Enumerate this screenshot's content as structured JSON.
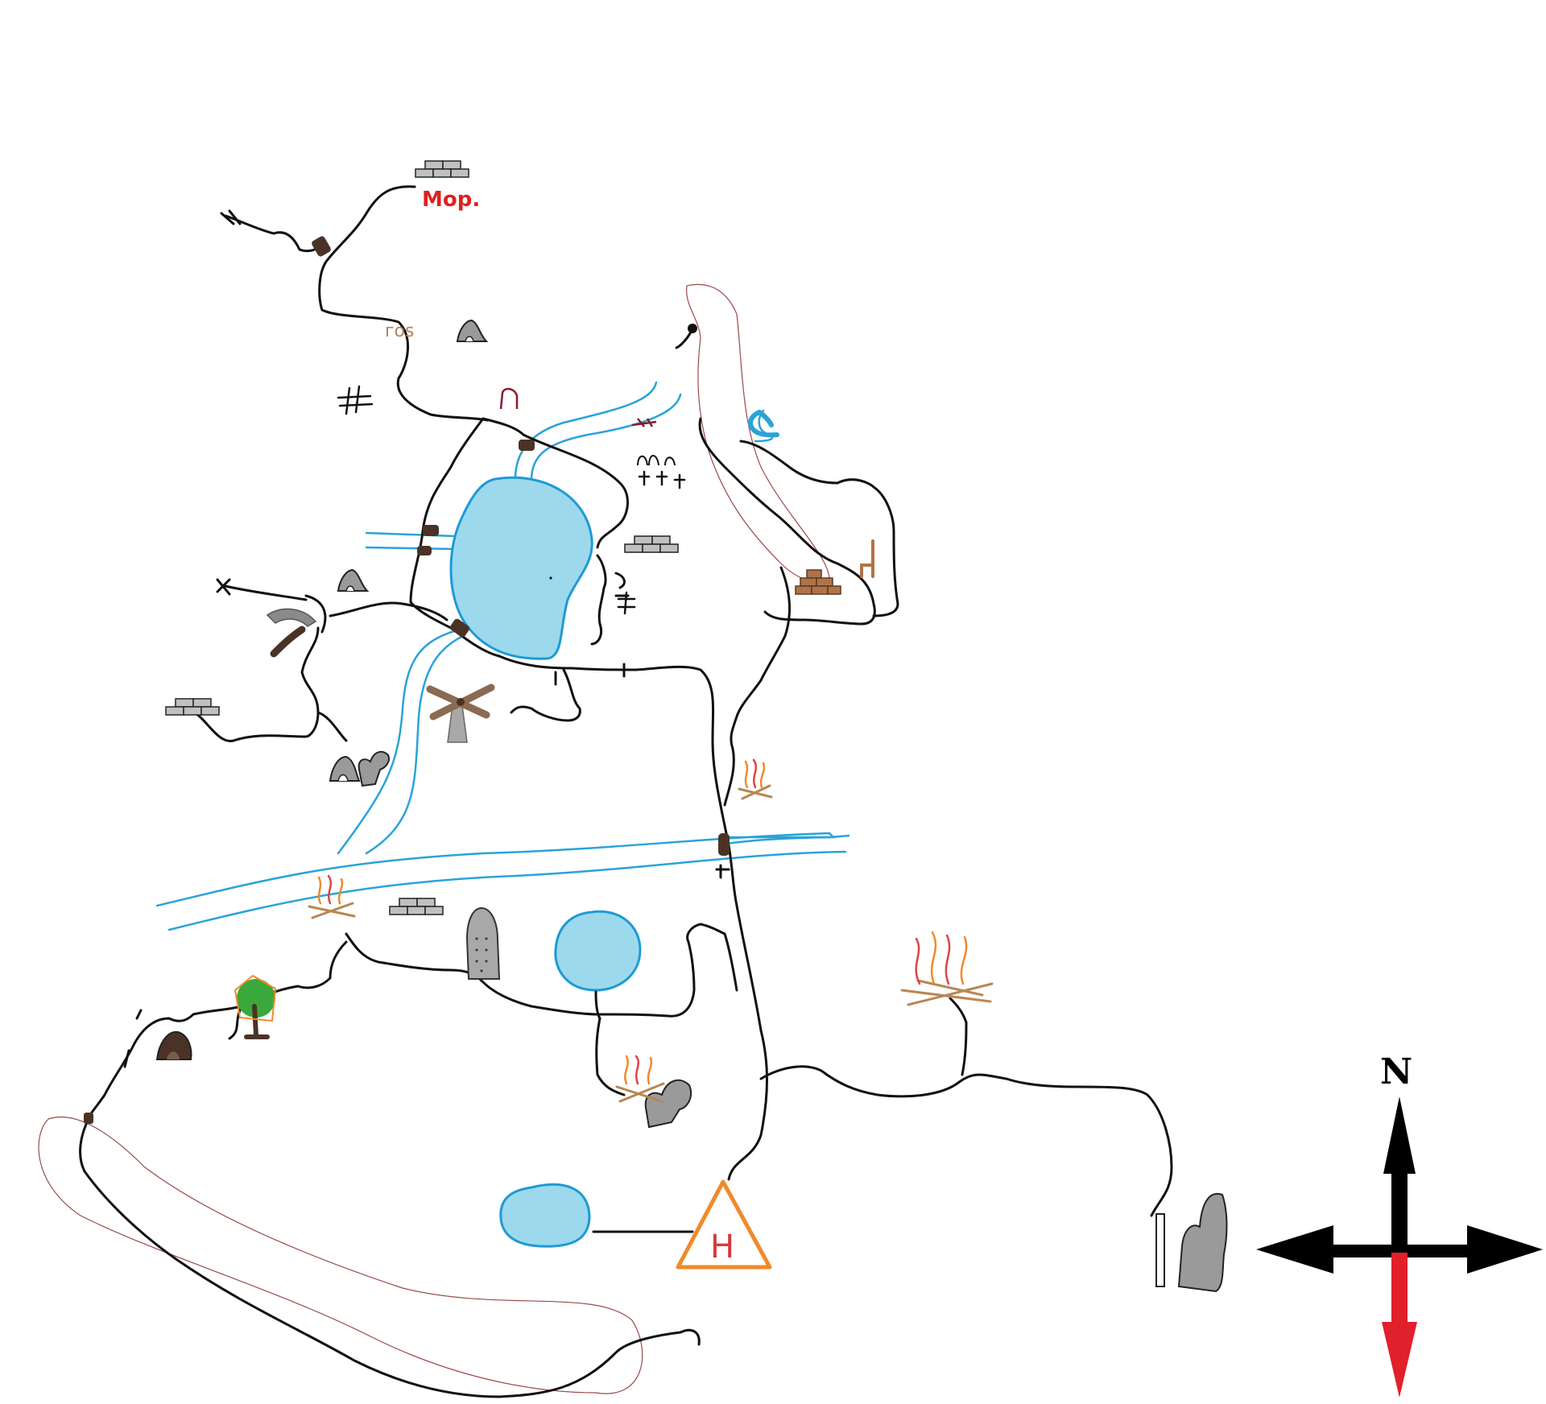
{
  "map": {
    "labels": {
      "mor": "Mop.",
      "gos": "гоѕ",
      "hospital": "H"
    },
    "colors": {
      "road": "#111111",
      "river": "#29a3d9",
      "lake_fill": "#9cd9ec",
      "area_outline": "#9b4a4a",
      "hospital": "#f08a2a",
      "label_red": "#e02020",
      "label_brown": "#b5835a",
      "compass_south": "#e0202a"
    },
    "icons": [
      "stone-buildings-icon",
      "cave-icon",
      "pickaxe-icon",
      "mine-hut-icon",
      "windmill-icon",
      "campfire-icon",
      "tower-icon",
      "tree-icon",
      "graveyard-icon",
      "brick-house-icon",
      "chair-icon",
      "fence-icon",
      "hospital-icon",
      "compass-icon"
    ],
    "compass": {
      "north_label": "N"
    }
  }
}
